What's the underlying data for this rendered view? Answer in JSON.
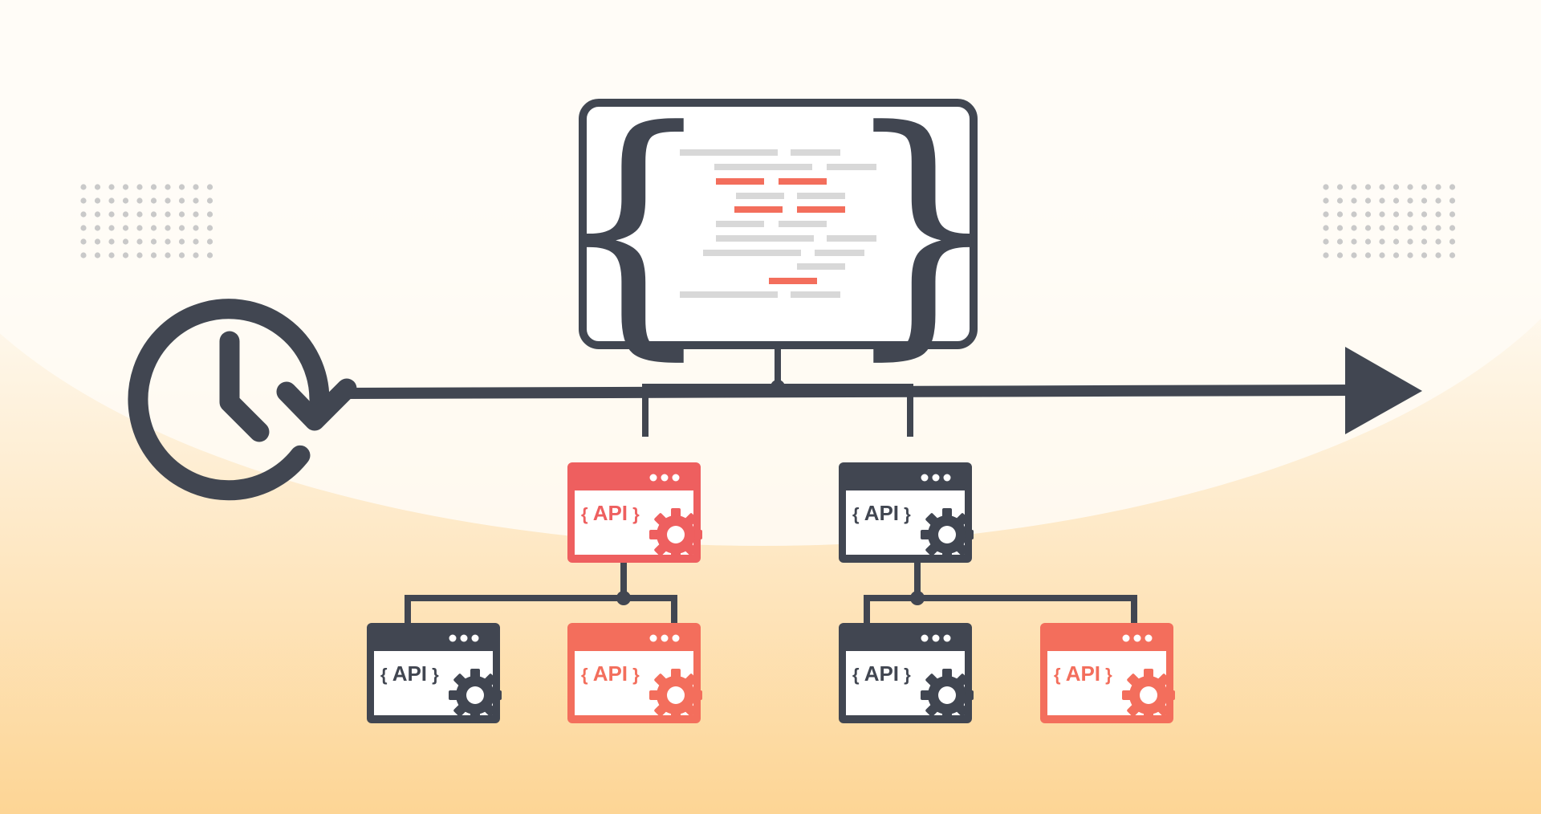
{
  "colors": {
    "dark": "#414651",
    "coral": "#f36e5c",
    "coral_dark": "#ee5f5f",
    "code_gray": "#d8d8d8",
    "dot_gray": "#c9c9c9",
    "bg_top": "#ffffff",
    "bg_bottom": "#fdd89b",
    "arc_glow": "#fffaf2"
  },
  "icons": {
    "clock": "clock-rewind-icon",
    "arrow": "timeline-arrow-icon",
    "monitor": "code-monitor-icon",
    "gear": "gear-icon"
  },
  "api_label": "API",
  "brace_left": "{",
  "brace_right": "}",
  "api_windows": [
    {
      "id": "api-window-parent-left",
      "theme": "coral"
    },
    {
      "id": "api-window-parent-right",
      "theme": "dark"
    },
    {
      "id": "api-window-child-1",
      "theme": "dark"
    },
    {
      "id": "api-window-child-2",
      "theme": "coral"
    },
    {
      "id": "api-window-child-3",
      "theme": "dark"
    },
    {
      "id": "api-window-child-4",
      "theme": "coral"
    }
  ]
}
